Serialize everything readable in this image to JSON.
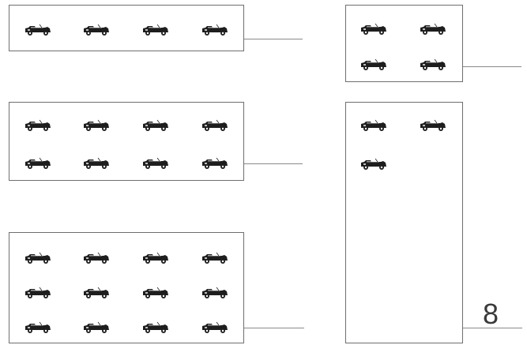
{
  "groups": [
    {
      "id": "group-a",
      "count": 4,
      "answer": ""
    },
    {
      "id": "group-b",
      "count": 4,
      "answer": ""
    },
    {
      "id": "group-c",
      "count": 8,
      "answer": ""
    },
    {
      "id": "group-d",
      "count": 3,
      "answer": "8"
    },
    {
      "id": "group-e",
      "count": 12,
      "answer": ""
    }
  ],
  "icon": "fire-truck-icon",
  "colors": {
    "ink": "#1e1e1e",
    "border": "#6f6f6f"
  }
}
